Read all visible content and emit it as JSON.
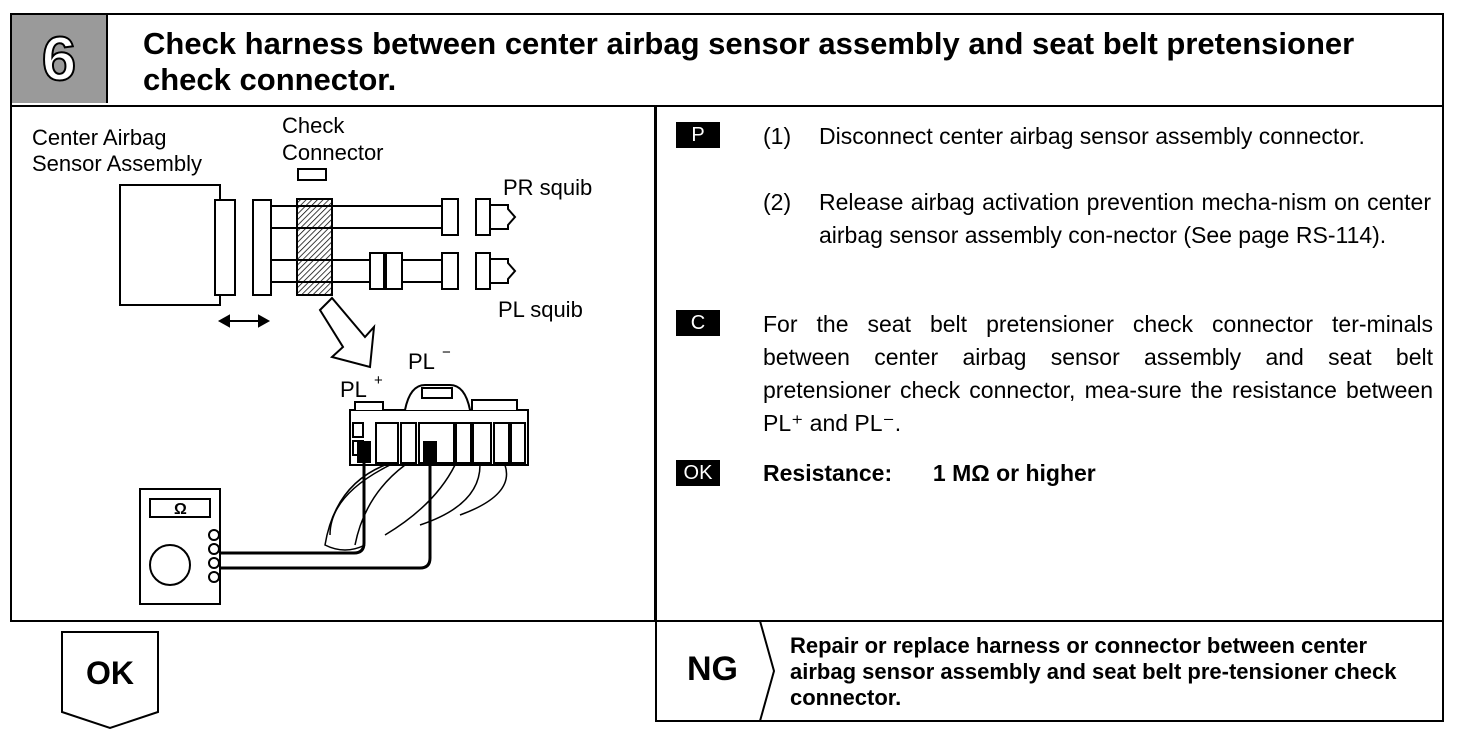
{
  "header": {
    "step_number": "6",
    "title": "Check harness between center airbag sensor assembly and seat belt pretensioner check connector."
  },
  "diagram": {
    "label_center_airbag_1": "Center Airbag",
    "label_center_airbag_2": "Sensor Assembly",
    "label_check_1": "Check",
    "label_check_2": "Connector",
    "label_pr_squib": "PR squib",
    "label_pl_squib": "PL squib",
    "label_pl_plus": "PL",
    "label_pl_minus": "PL",
    "ohm_symbol": "Ω"
  },
  "procedure": {
    "p_tag": "P",
    "step1_num": "(1)",
    "step1_text": "Disconnect center airbag sensor assembly connector.",
    "step2_num": "(2)",
    "step2_text": "Release airbag activation prevention mecha-nism on center airbag sensor assembly con-nector (See page RS-114).",
    "c_tag": "C",
    "c_text": "For the seat belt pretensioner check connector ter-minals between center airbag sensor assembly and seat belt pretensioner check connector, mea-sure the resistance between PL⁺ and PL⁻.",
    "ok_tag": "OK",
    "resistance_label": "Resistance:",
    "resistance_value": "1 MΩ or higher"
  },
  "results": {
    "ok_label": "OK",
    "ng_label": "NG",
    "ng_text": "Repair or replace harness or connector between center airbag sensor assembly and seat belt pre-tensioner check connector."
  }
}
